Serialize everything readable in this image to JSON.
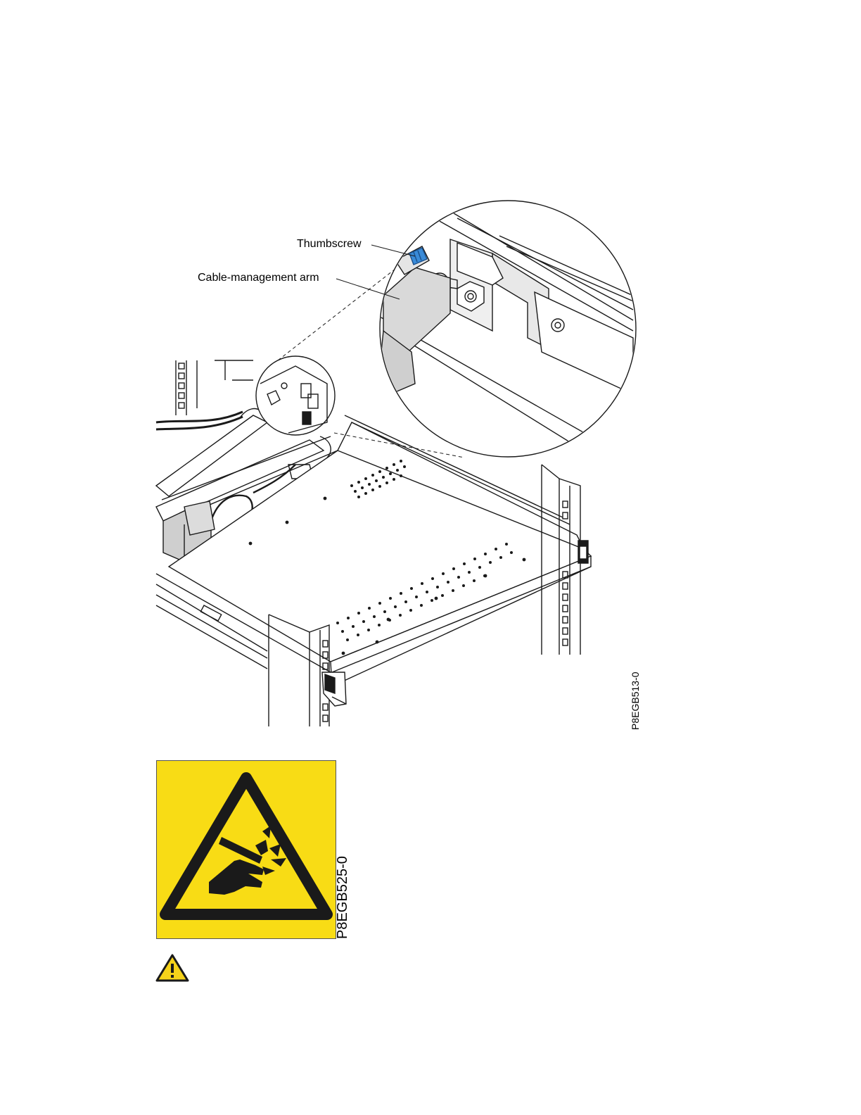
{
  "figure": {
    "callouts": {
      "thumbscrew": "Thumbscrew",
      "cable_arm": "Cable-management arm"
    },
    "figure_id": "P8EGB513-0"
  },
  "hazard_label": {
    "figure_id": "P8EGB525-0",
    "background_color": "#f8dc15",
    "icon": "hand-crush-hazard-icon"
  },
  "caution": {
    "icon": "caution-triangle-icon",
    "color": "#f5d21a"
  }
}
